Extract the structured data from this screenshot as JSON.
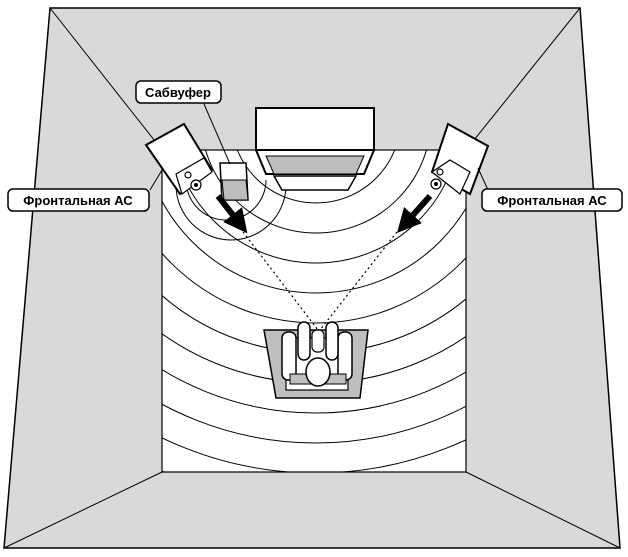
{
  "labels": {
    "subwoofer": "Сабвуфер",
    "front_left": "Фронтальная АС",
    "front_right": "Фронтальная АС"
  },
  "colors": {
    "outer_wall": "#d9d9d9",
    "floor": "#ffffff",
    "stroke": "#000000",
    "screen_shade": "#bdbdbd",
    "chair_shade": "#bfbfbf"
  },
  "icons": [
    "speaker-icon",
    "subwoofer-icon",
    "television-icon",
    "listener-icon",
    "arrow-icon"
  ]
}
